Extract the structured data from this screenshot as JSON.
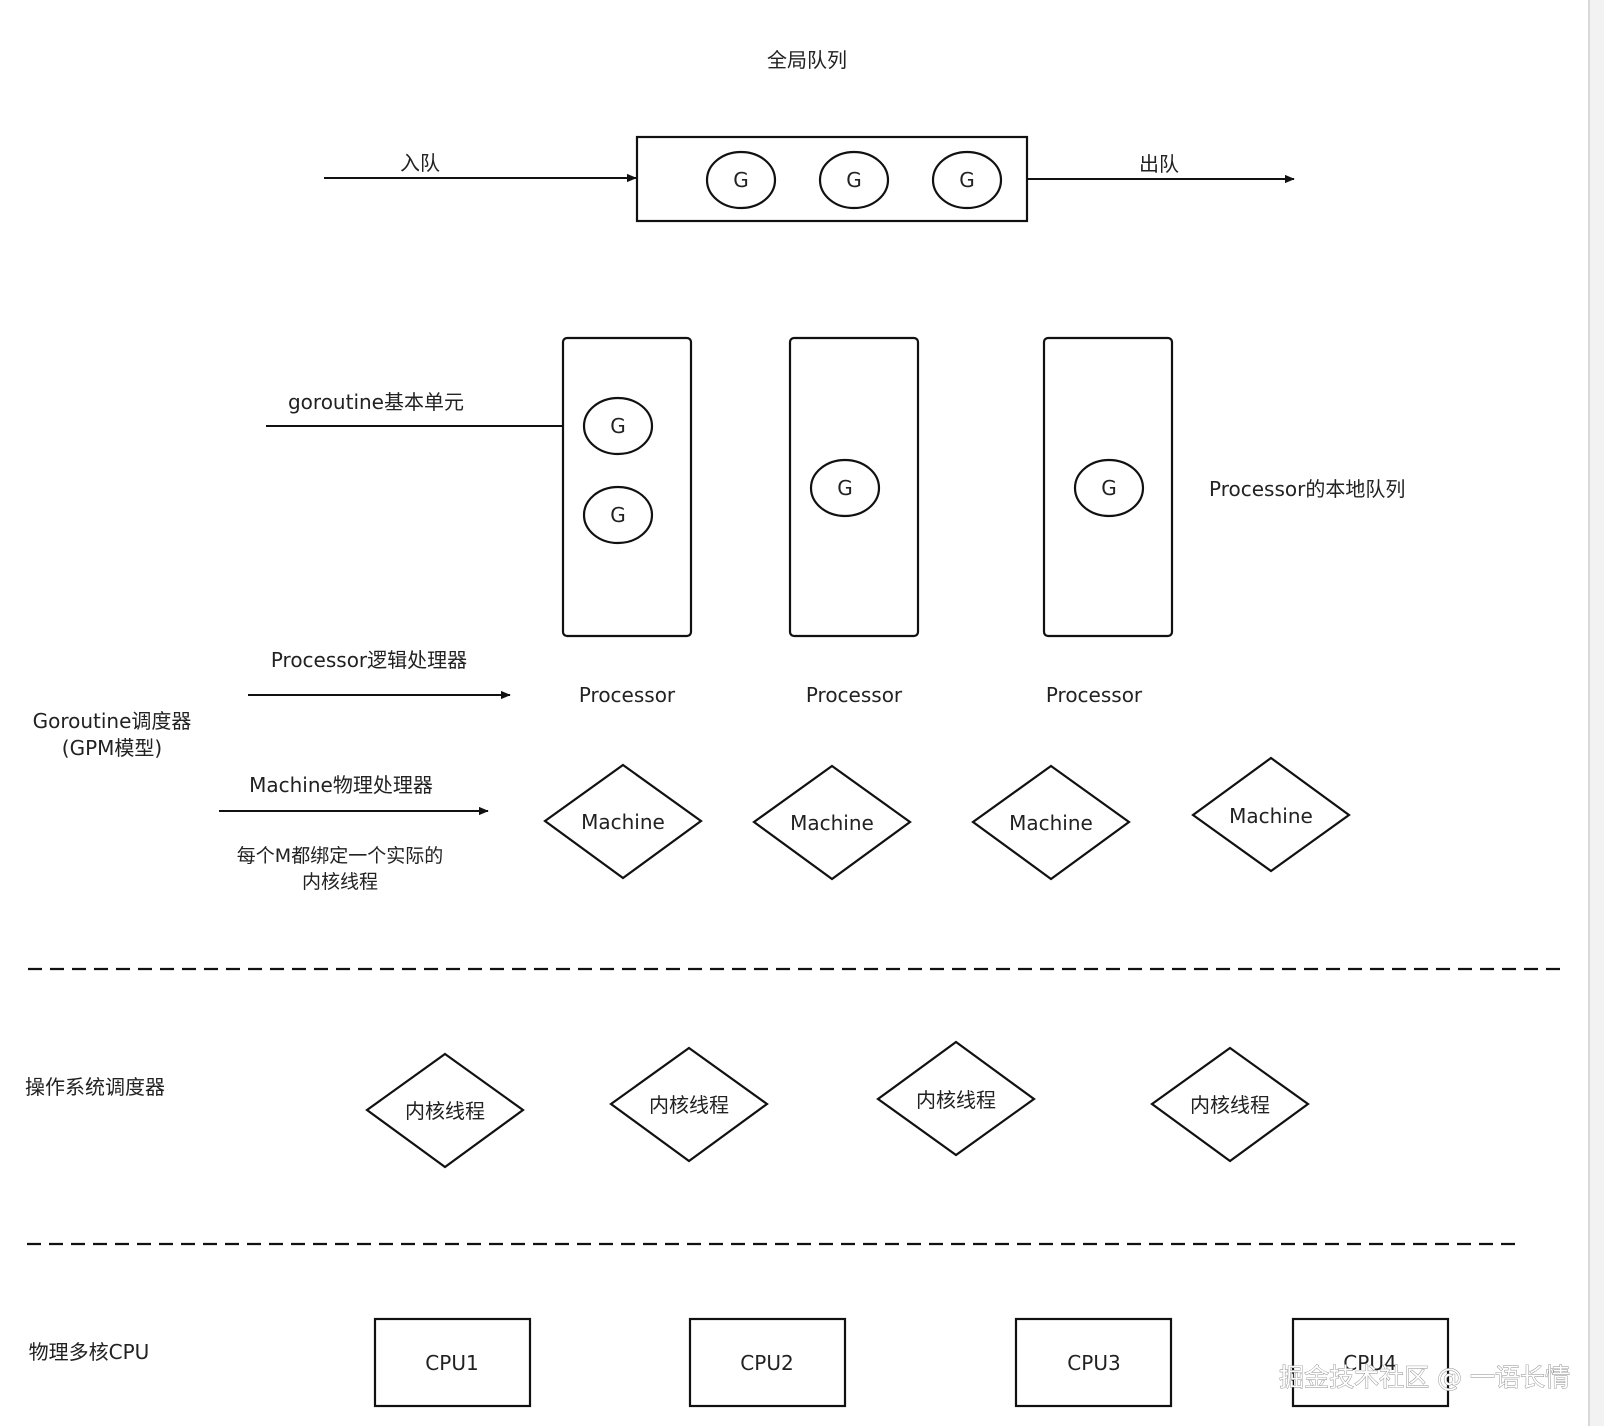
{
  "global_queue": {
    "title": "全局队列",
    "enqueue_label": "入队",
    "dequeue_label": "出队",
    "goroutines": [
      "G",
      "G",
      "G"
    ]
  },
  "gpm": {
    "goroutine_label": "goroutine基本单元",
    "local_queue_label": "Processor的本地队列",
    "processor_label": "Processor逻辑处理器",
    "machine_label": "Machine物理处理器",
    "machine_note_line1": "每个M都绑定一个实际的",
    "machine_note_line2": "内核线程",
    "scheduler_line1": "Goroutine调度器",
    "scheduler_line2": "(GPM模型)",
    "processors": [
      {
        "label": "Processor",
        "goroutines": [
          "G",
          "G"
        ]
      },
      {
        "label": "Processor",
        "goroutines": [
          "G"
        ]
      },
      {
        "label": "Processor",
        "goroutines": [
          "G"
        ]
      }
    ],
    "machines": [
      "Machine",
      "Machine",
      "Machine",
      "Machine"
    ]
  },
  "os": {
    "label": "操作系统调度器",
    "threads": [
      "内核线程",
      "内核线程",
      "内核线程",
      "内核线程"
    ]
  },
  "hardware": {
    "label": "物理多核CPU",
    "cpus": [
      "CPU1",
      "CPU2",
      "CPU3",
      "CPU4"
    ]
  },
  "watermark": "掘金技术社区 @ 一语长情"
}
